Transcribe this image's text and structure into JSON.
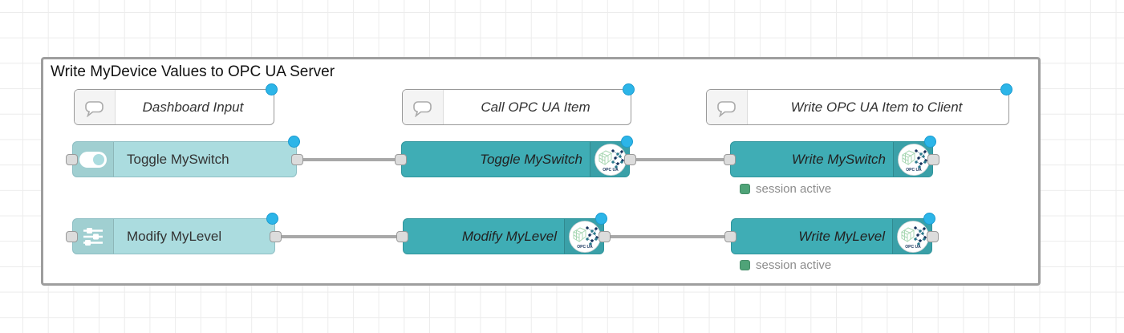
{
  "app": "node-red-flow-editor",
  "group": {
    "label": "Write MyDevice Values to OPC UA Server"
  },
  "comments": [
    {
      "label": "Dashboard Input"
    },
    {
      "label": "Call OPC UA Item"
    },
    {
      "label": "Write OPC UA Item to Client"
    }
  ],
  "nodes": {
    "toggle_input": {
      "label": "Toggle MySwitch",
      "icon": "toggle-icon"
    },
    "level_input": {
      "label": "Modify MyLevel",
      "icon": "sliders-icon"
    },
    "toggle_call": {
      "label": "Toggle MySwitch",
      "icon": "opcua-logo-icon"
    },
    "level_call": {
      "label": "Modify MyLevel",
      "icon": "opcua-logo-icon"
    },
    "write_switch": {
      "label": "Write MySwitch",
      "icon": "opcua-logo-icon",
      "status": "session active"
    },
    "write_level": {
      "label": "Write MyLevel",
      "icon": "opcua-logo-icon",
      "status": "session active"
    }
  },
  "badge": {
    "label": "OPC UA"
  },
  "colors": {
    "node_teal": "#3fadb5",
    "node_light_blue": "#abdcdf",
    "status_green": "#4fa378",
    "changed_dot_blue": "#2cb5e8",
    "wire_gray": "#a8a8a8",
    "group_border": "#9e9e9e"
  }
}
